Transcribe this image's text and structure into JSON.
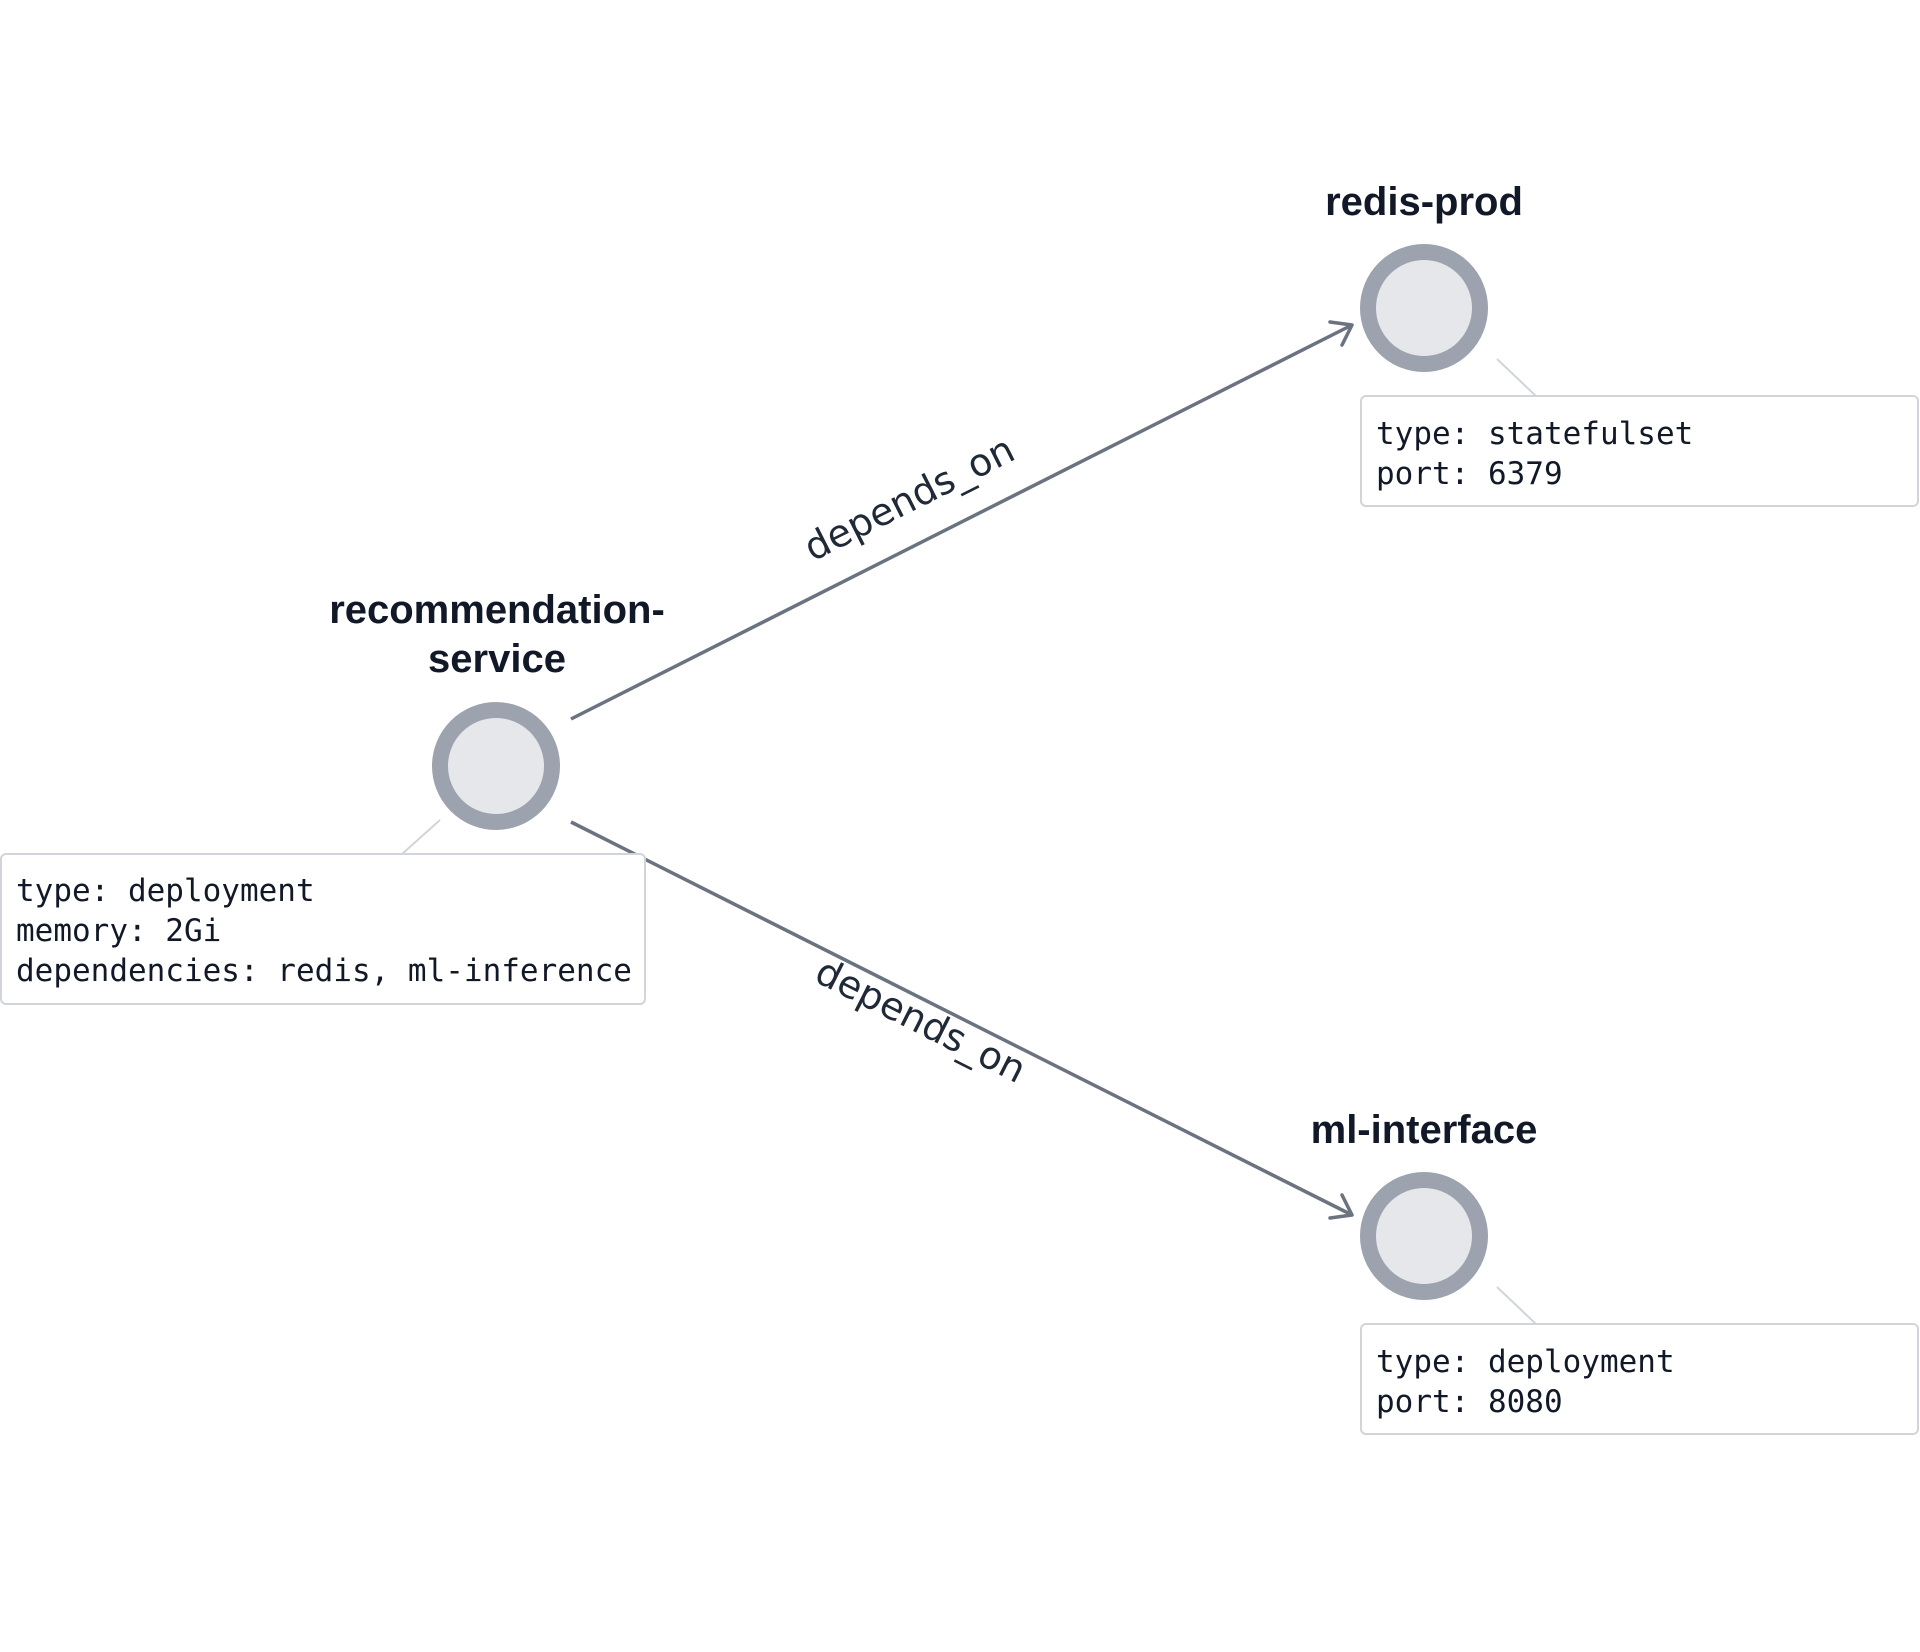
{
  "nodes": {
    "recommendation": {
      "title_line1": "recommendation-",
      "title_line2": "service",
      "info": [
        "type: deployment",
        "memory: 2Gi",
        "dependencies: redis, ml-inference"
      ]
    },
    "redis": {
      "title": "redis-prod",
      "info": [
        "type: statefulset",
        "port: 6379"
      ]
    },
    "ml": {
      "title": "ml-interface",
      "info": [
        "type: deployment",
        "port: 8080"
      ]
    }
  },
  "edges": [
    {
      "from": "recommendation-service",
      "to": "redis-prod",
      "label": "depends_on"
    },
    {
      "from": "recommendation-service",
      "to": "ml-interface",
      "label": "depends_on"
    }
  ],
  "colors": {
    "edge": "#6b7280",
    "node_fill": "#e5e7eb",
    "node_stroke": "#9ca3af",
    "text": "#111827",
    "box_border": "#d1d5db"
  }
}
